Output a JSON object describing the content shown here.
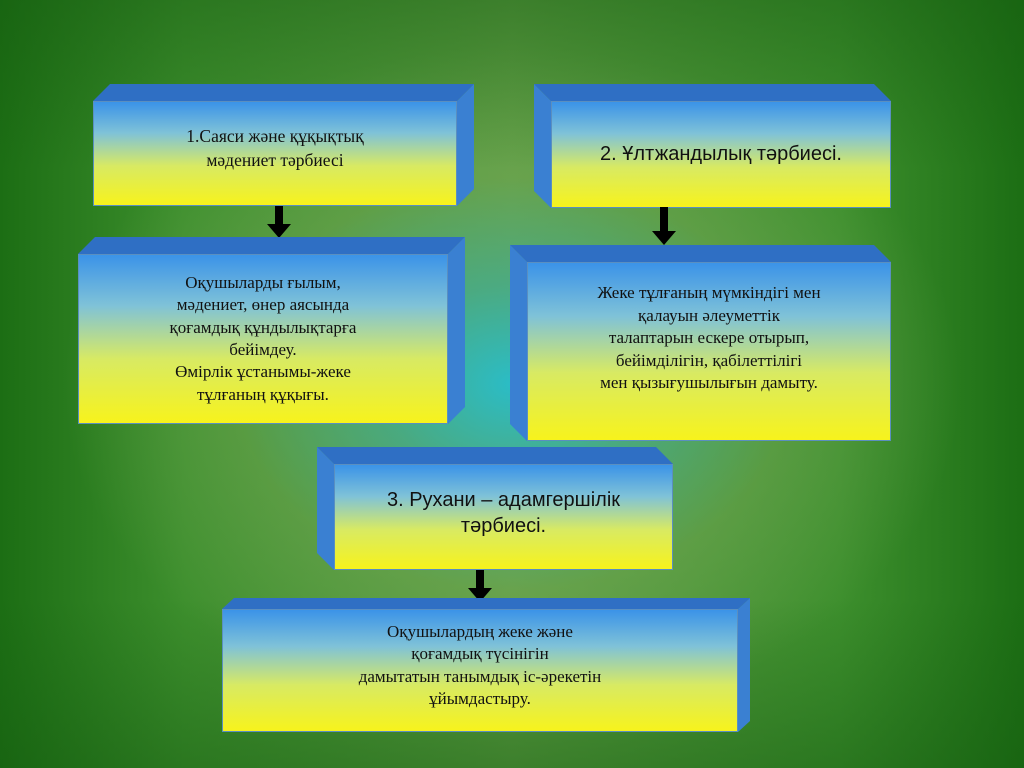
{
  "boxes": {
    "b1": "1.Саяси және құқықтық\nмәдениет тәрбиесі",
    "b2": "2.  Ұлтжандылық тәрбиесі.",
    "b3": "Оқушыларды ғылым,\nмәдениет, өнер аясында\nқоғамдық құндылықтарға\nбейімдеу.\nӨмірлік ұстанымы-жеке\nтұлғаның құқығы.",
    "b4": "Жеке тұлғаның мүмкіндігі мен\nқалауын әлеуметтік\nталаптарын ескере отырып,\nбейімділігін, қабілеттілігі\nмен қызығушылығын дамыту.",
    "b5": "3. Рухани – адамгершілік\nтәрбиесі.",
    "b6": "Оқушылардың жеке және\nқоғамдық түсінігін\nдамытатын танымдық іс-әрекетін\nұйымдастыру."
  },
  "colors": {
    "box_top": "#2f6fc4",
    "box_gradient_top": "#3b93e8",
    "box_gradient_bottom": "#f7f31c",
    "arrow": "#000000",
    "background": "#3d8f2d"
  }
}
